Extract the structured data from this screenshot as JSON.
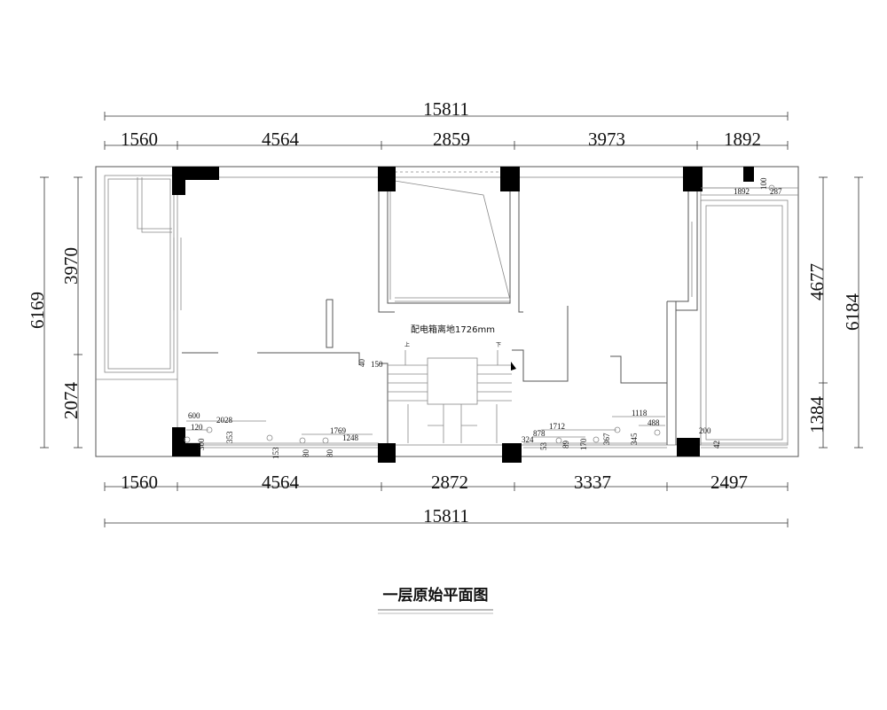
{
  "title": "一层原始平面图",
  "note": "配电箱离地1726mm",
  "stair": {
    "up": "上",
    "down": "下"
  },
  "dims": {
    "top_total": "15811",
    "top_segments": [
      "1560",
      "4564",
      "2859",
      "3973",
      "1892"
    ],
    "bottom_segments": [
      "1560",
      "4564",
      "2872",
      "3337",
      "2497"
    ],
    "bottom_total": "15811",
    "left_total": "6169",
    "left_upper": "3970",
    "left_lower": "2074",
    "right_total": "6184",
    "right_upper": "4677",
    "right_lower": "1384"
  },
  "small_dims": {
    "a": "600",
    "b": "120",
    "c": "2028",
    "d": "353",
    "e": "300",
    "f": "153",
    "g": "80",
    "h": "80",
    "i": "1769",
    "j": "1248",
    "k": "40",
    "l": "150",
    "m": "878",
    "n": "1712",
    "o": "324",
    "p": "53",
    "q": "89",
    "r": "170",
    "s": "367",
    "t": "1118",
    "u": "345",
    "v": "488",
    "w": "200",
    "x": "42",
    "y": "1892",
    "z": "100",
    "aa": "287"
  }
}
